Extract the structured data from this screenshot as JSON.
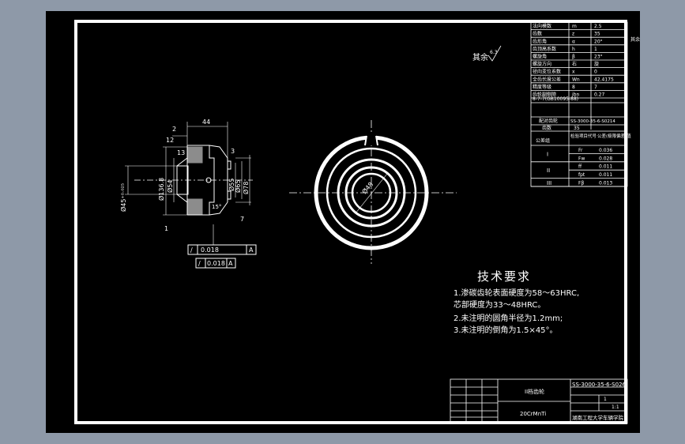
{
  "params_table": {
    "rows": [
      {
        "label": "法向模数",
        "sym": "m",
        "val": "2.5"
      },
      {
        "label": "齿数",
        "sym": "z",
        "val": "35"
      },
      {
        "label": "齿形角",
        "sym": "α",
        "val": "20°"
      },
      {
        "label": "齿顶高系数",
        "sym": "h",
        "val": "1"
      },
      {
        "label": "螺旋角",
        "sym": "β",
        "val": "23°"
      },
      {
        "label": "螺旋方向",
        "sym": "右",
        "val": "旋"
      },
      {
        "label": "径向变位系数",
        "sym": "x",
        "val": "0"
      },
      {
        "label": "全齿长度公差",
        "sym": "Wn",
        "val": "42.4175"
      },
      {
        "label": "精度等级",
        "sym": "8",
        "val": "7"
      },
      {
        "label": "齿轮副侧隙",
        "sym": "jbn",
        "val": "0.27"
      }
    ],
    "std": "8-7-7(GB10095-88)",
    "pair_label": "配对齿轮",
    "pair_code": "SS-3000-35-6-S0214",
    "teeth_label": "齿数",
    "teeth_val": "35",
    "tol_group_label": "公差组",
    "tol_header": "检验项目代号",
    "tol_header2": "公差(极限偏差)值",
    "groups": [
      {
        "group": "I",
        "items": [
          {
            "code": "Fr",
            "val": "0.036"
          },
          {
            "code": "Fw",
            "val": "0.028"
          }
        ]
      },
      {
        "group": "II",
        "items": [
          {
            "code": "ff",
            "val": "0.011"
          },
          {
            "code": "fpt",
            "val": "0.011"
          }
        ]
      },
      {
        "group": "III",
        "items": [
          {
            "code": "Fβ",
            "val": "0.013"
          }
        ]
      }
    ],
    "side_mark": "其余"
  },
  "roughness_note": "其余",
  "roughness_value": "6.3",
  "dims": {
    "d1": "44",
    "d2": "2",
    "d3": "12",
    "d4": "13",
    "d5": "3",
    "d6": "1",
    "dia_a": "Ø45⁺⁰·⁰²⁵",
    "dia_b": "Ø136.8",
    "dia_c": "Ø54",
    "dia_d": "Ø65",
    "dia_e": "Ø55",
    "dia_f": "Ø78",
    "angle": "15°",
    "len7": "7",
    "circle_dia": "Ø48"
  },
  "tolerances": {
    "t1_sym": "∕",
    "t1_val": "0.018",
    "t1_ref": "A",
    "t2_sym": "∕",
    "t2_val": "0.018",
    "t2_ref": "A"
  },
  "tech": {
    "title": "技术要求",
    "line1": "1.渗碳齿轮表面硬度为58～63HRC,",
    "line2": "芯部硬度为33～48HRC。",
    "line3": "2.未注明的圆角半径为1.2mm;",
    "line4": "3.未注明的倒角为1.5×45°。"
  },
  "title_block": {
    "code": "SS-3000-35-6-S026",
    "name": "II档齿轮",
    "material": "20CrMnTi",
    "school": "湖南工程大学车辆学院",
    "ratio": "1:1",
    "qty": "1"
  }
}
